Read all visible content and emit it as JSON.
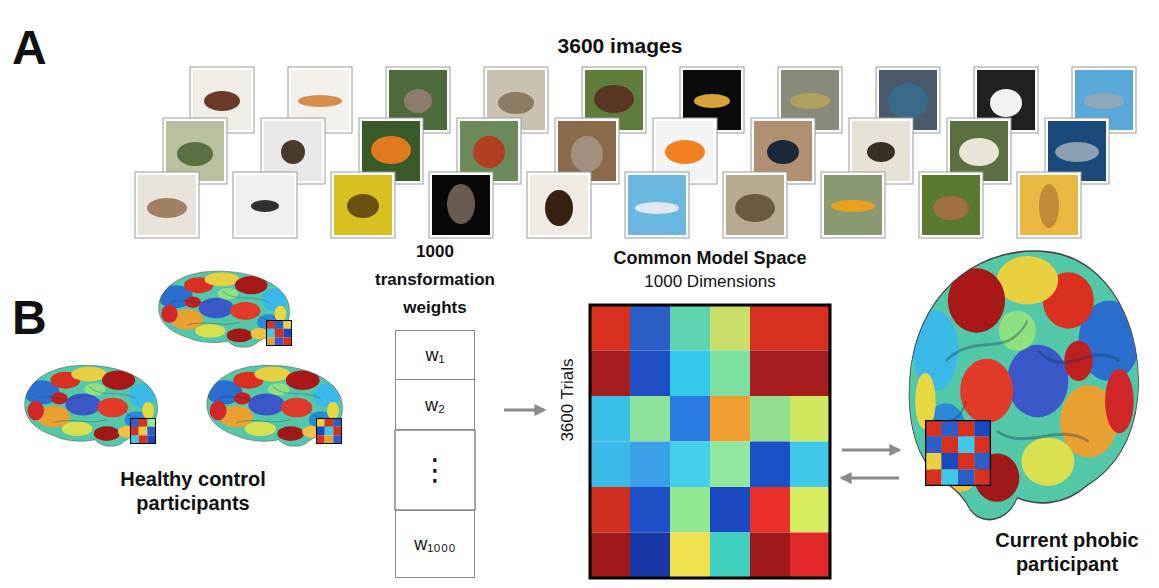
{
  "diagram": {
    "nodes": [
      {
        "text": [
          "Healthy control participants"
        ]
      },
      {
        "text": [
          "1000 transformation weights"
        ]
      },
      {
        "text": [
          "w₁"
        ],
        "in": 1
      },
      {
        "text": [
          "w₂"
        ],
        "in": 1
      },
      {
        "text": [
          "w₁₀₀₀"
        ],
        "in": 1
      },
      {
        "text": [
          "Common Model Space",
          "1000 Dimensions",
          "3600 Trials"
        ]
      },
      {
        "text": [
          "Current phobic participant"
        ]
      }
    ],
    "edges": [
      {
        "from": 1,
        "to": 5,
        "arrow": "to"
      },
      {
        "from": 5,
        "to": 6,
        "arrow": "to"
      },
      {
        "from": 6,
        "to": 5,
        "arrow": "to"
      }
    ],
    "labels": [
      "A",
      "3600 images",
      "B",
      "⋮"
    ]
  }
}
